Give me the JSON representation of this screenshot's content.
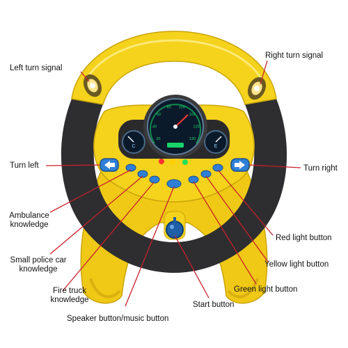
{
  "colors": {
    "wheel_yellow": "#f5d21c",
    "wheel_black": "#2e2e30",
    "pointer_red": "#c8202a",
    "button_blue": "#2f7fd6",
    "gauge_dark": "#0b1a2a",
    "gauge_green": "#19d36a",
    "start_knob": "#1f5fa8"
  },
  "labels": {
    "left_turn_signal": "Left turn signal",
    "right_turn_signal": "Right turn signal",
    "turn_left": "Turn left",
    "turn_right": "Turn right",
    "ambulance_1": "Ambulance",
    "ambulance_2": "knowledge",
    "police_1": "Small police car",
    "police_2": "knowledge",
    "fire_1": "Fire truck",
    "fire_2": "knowledge",
    "speaker_music": "Speaker button/music button",
    "start_button": "Start button",
    "green_light": "Green light button",
    "yellow_light": "Yellow light button",
    "red_light": "Red light button"
  },
  "gauge": {
    "ticks": [
      "20",
      "40",
      "60",
      "80",
      "100",
      "110",
      "120",
      "130"
    ]
  },
  "icons": [
    "turn-signal-icon",
    "left-arrow-icon",
    "right-arrow-icon",
    "speedometer-icon",
    "start-knob-icon"
  ]
}
